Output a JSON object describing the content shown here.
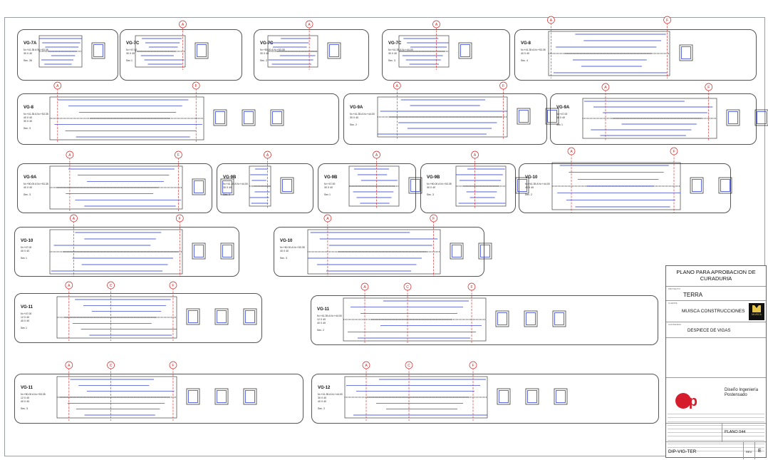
{
  "panels": [
    {
      "id": "vg7a",
      "title": "VG-7A",
      "sub": [
        "N=+41.35 A N=+53.35",
        "30 X 40",
        "Sec. 26"
      ]
    },
    {
      "id": "vg7c1",
      "title": "VG-7C",
      "sub": [
        "N=+47.00",
        "30 X 40",
        "Sec 1"
      ]
    },
    {
      "id": "vg7c2",
      "title": "VG-7C",
      "sub": [
        "N=+50.00 A N=+53.35",
        "30 X 40",
        "Sec. 2"
      ]
    },
    {
      "id": "vg7c3",
      "title": "VG-7C",
      "sub": [
        "N=+41.35 A N=+44.00",
        "30 X 40",
        "Sec. 3"
      ]
    },
    {
      "id": "vg8a",
      "title": "VG-8",
      "sub": [
        "N=+41.35 A N=+53.35",
        "40 X 40",
        "Sec. 4"
      ]
    },
    {
      "id": "vg8b",
      "title": "VG-8",
      "sub": [
        "N=+41.35 A N=+53.35",
        "40 X 40",
        "30 X 40",
        "Sec. 3"
      ]
    },
    {
      "id": "vg9a1",
      "title": "VG-9A",
      "sub": [
        "N=+41.35 A N=+44.00",
        "30 X 40",
        "Sec. 2"
      ]
    },
    {
      "id": "vg9a2",
      "title": "VG-9A",
      "sub": [
        "N=+47.00",
        "40 X 40",
        "Sec 1"
      ]
    },
    {
      "id": "vg9a3",
      "title": "VG-9A",
      "sub": [
        "N=+50.00 A N=+53.35",
        "40 X 40",
        "Sec. 3"
      ]
    },
    {
      "id": "vg9b1",
      "title": "VG-9B",
      "sub": [
        "N=+41.35 A N=+44.00",
        "30 X 40",
        "Sec. 2"
      ]
    },
    {
      "id": "vg9b2",
      "title": "VG-9B",
      "sub": [
        "N=+47.00",
        "30 X 40",
        "Sec 1"
      ]
    },
    {
      "id": "vg9b3",
      "title": "VG-9B",
      "sub": [
        "N=+50.00 A N=+53.35",
        "30 X 40",
        "Sec. 3"
      ]
    },
    {
      "id": "vg10a",
      "title": "VG-10",
      "sub": [
        "N=+41.35 A N=+44.00",
        "40 X 40",
        "Sec. 2"
      ]
    },
    {
      "id": "vg10b",
      "title": "VG-10",
      "sub": [
        "N=+47.00",
        "40 X 40",
        "Sec 1"
      ]
    },
    {
      "id": "vg10c",
      "title": "VG-10",
      "sub": [
        "N=+50.00 A N=+53.35",
        "40 X 40",
        "Sec. 3"
      ]
    },
    {
      "id": "vg11a",
      "title": "VG-11",
      "sub": [
        "N=+47.00",
        "12 X 40",
        "40 X 40",
        "Sec 1"
      ]
    },
    {
      "id": "vg11b",
      "title": "VG-11",
      "sub": [
        "N=+41.35 A N=+44.00",
        "12 X 40",
        "40 X 40",
        "Sec. 2"
      ]
    },
    {
      "id": "vg11c",
      "title": "VG-11",
      "sub": [
        "N=+50.00 A N=+53.35",
        "12 X 40",
        "40 X 40",
        "Sec. 3"
      ]
    },
    {
      "id": "vg12",
      "title": "VG-12",
      "sub": [
        "N=+41.35 A N=+44.00",
        "30 X 40",
        "40 X 40",
        "Sec. 2"
      ]
    }
  ],
  "axis_markers": [
    "A",
    "F",
    "C"
  ],
  "title_block": {
    "header": "PLANO PARA APROBACION DE CURADURIA",
    "proyecto_label": "PROYECTO",
    "proyecto": "TERRA",
    "cliente_label": "CLIENTE",
    "cliente": "MUISCA CONSTRUCCIONES",
    "logo_text": "MUISCA",
    "contenido_label": "CONTENIDO",
    "contenido": "DESPIECE DE VIGAS",
    "firm_name": "Diseño Ingeniería Postensado",
    "firm_logo": "dip",
    "plano": "PLANO 044",
    "codigo": "DIP-VIG-TER",
    "rev_label": "REV.",
    "rev": "E"
  },
  "colors": {
    "beam_line": "#1a2bd6",
    "axis": "#d32020",
    "text": "#111111",
    "frame": "#555555"
  }
}
